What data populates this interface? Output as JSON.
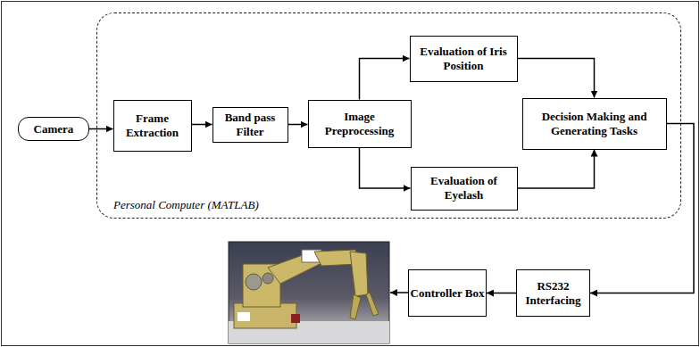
{
  "diagram": {
    "nodes": [
      {
        "text": [
          "Camera"
        ]
      },
      {
        "text": [
          "Personal Computer (MATLAB)"
        ]
      },
      {
        "text": [
          "Frame Extraction"
        ],
        "in": 1
      },
      {
        "text": [
          "Band pass Filter"
        ],
        "in": 1
      },
      {
        "text": [
          "Image Preprocessing"
        ],
        "in": 1
      },
      {
        "text": [
          "Evaluation of Iris Position"
        ],
        "in": 1
      },
      {
        "text": [
          "Evaluation of Eyelash"
        ],
        "in": 1
      },
      {
        "text": [
          "Decision Making and Generating Tasks"
        ],
        "in": 1
      },
      {
        "text": [
          "Controller Box"
        ]
      },
      {
        "text": [
          "RS232 Interfacing"
        ]
      }
    ],
    "edges": [
      {
        "from": 0,
        "to": 2,
        "arrow": "to"
      },
      {
        "from": 2,
        "to": 3,
        "arrow": "to"
      },
      {
        "from": 3,
        "to": 4,
        "arrow": "to"
      },
      {
        "from": 4,
        "to": 5,
        "arrow": "to"
      },
      {
        "from": 4,
        "to": 6,
        "arrow": "to"
      },
      {
        "from": 5,
        "to": 7,
        "arrow": "to"
      },
      {
        "from": 6,
        "to": 7,
        "arrow": "to"
      },
      {
        "from": 7,
        "to": 9,
        "arrow": "to"
      },
      {
        "from": 9,
        "to": 8,
        "arrow": "to"
      }
    ]
  }
}
